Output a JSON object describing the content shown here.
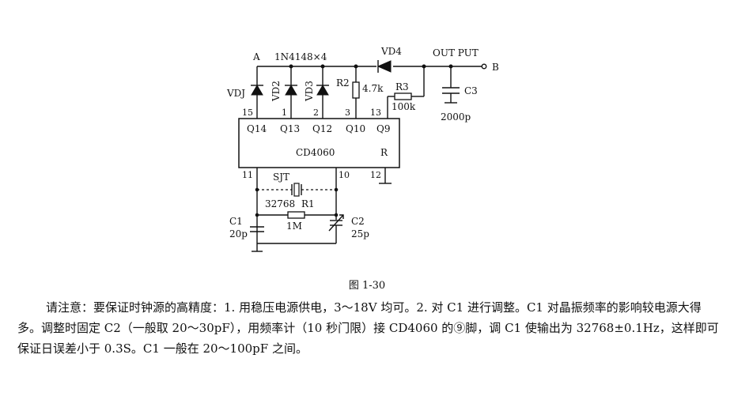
{
  "figure": {
    "caption": "图 1-30",
    "labels": {
      "node_a": "A",
      "diode_part": "1N4148×4",
      "vd1": "VDJ",
      "vd2": "VD2",
      "vd3": "VD3",
      "vd4": "VD4",
      "r2": "R2",
      "r2_value": "4.7k",
      "r3": "R3",
      "r3_value": "100k",
      "c3": "C3",
      "c3_value": "2000p",
      "output": "OUT PUT",
      "node_b": "B",
      "sjt": "SJT",
      "crystal_freq": "32768",
      "r1": "R1",
      "r1_value": "1M",
      "c1": "C1",
      "c1_value": "20p",
      "c2": "C2",
      "c2_value": "25p"
    },
    "chip": {
      "name": "CD4060",
      "outputs": [
        "Q14",
        "Q13",
        "Q12",
        "Q10",
        "Q9"
      ],
      "reset": "R",
      "pins_top": [
        "15",
        "1",
        "2",
        "3",
        "13"
      ],
      "pins_bottom": [
        "11",
        "10",
        "12"
      ]
    }
  },
  "description": "请注意：要保证时钟源的高精度：1. 用稳压电源供电，3～18V 均可。2. 对 C1 进行调整。C1 对晶振频率的影响较电源大得多。调整时固定 C2（一般取 20～30pF），用频率计（10 秒门限）接 CD4060 的⑨脚，调 C1 使输出为 32768±0.1Hz，这样即可保证日误差小于 0.3S。C1 一般在 20～100pF 之间。"
}
